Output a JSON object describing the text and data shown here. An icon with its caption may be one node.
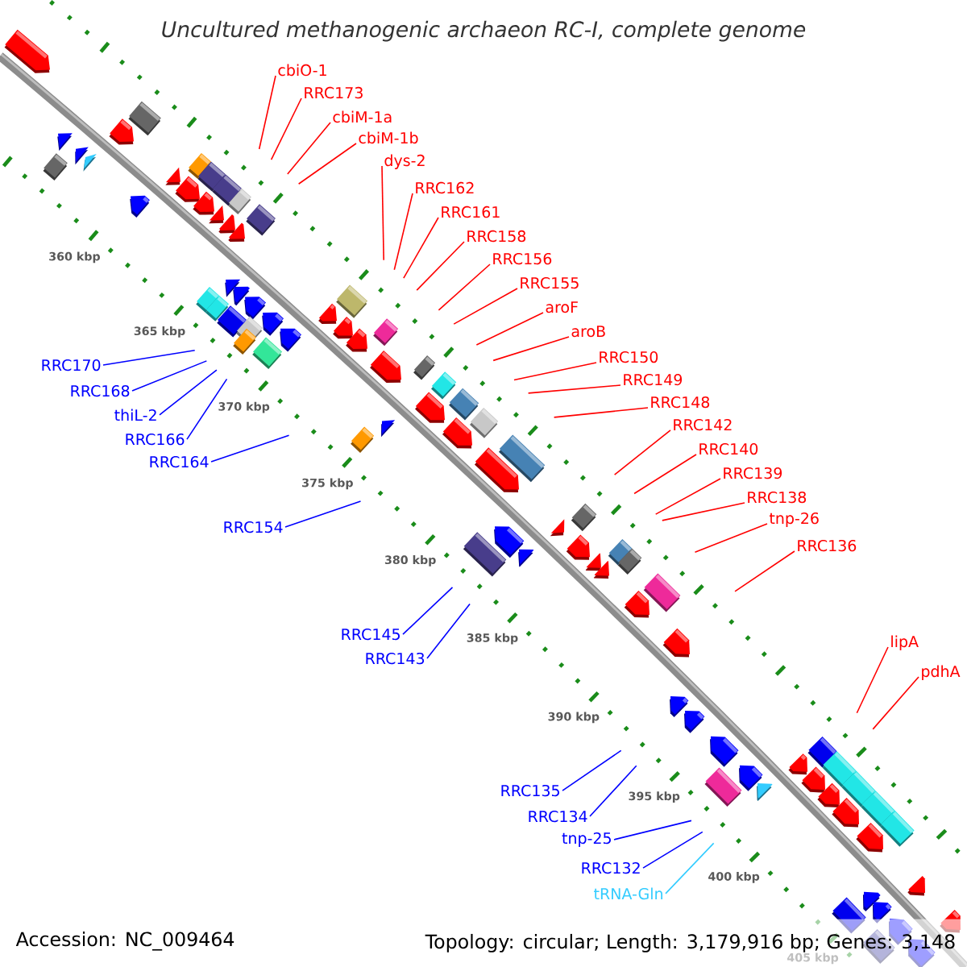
{
  "diagram": {
    "title": "Uncultured methanogenic archaeon RC-I, complete genome",
    "nodes": [
      {
        "text": [
          "cbiO-1"
        ]
      },
      {
        "text": [
          "RRC173"
        ]
      },
      {
        "text": [
          "cbiM-1a"
        ]
      },
      {
        "text": [
          "cbiM-1b"
        ]
      },
      {
        "text": [
          "dys-2"
        ]
      },
      {
        "text": [
          "RRC162"
        ]
      },
      {
        "text": [
          "RRC161"
        ]
      },
      {
        "text": [
          "RRC158"
        ]
      },
      {
        "text": [
          "RRC156"
        ]
      },
      {
        "text": [
          "RRC155"
        ]
      },
      {
        "text": [
          "aroF"
        ]
      },
      {
        "text": [
          "aroB"
        ]
      },
      {
        "text": [
          "RRC150"
        ]
      },
      {
        "text": [
          "RRC149"
        ]
      },
      {
        "text": [
          "RRC148"
        ]
      },
      {
        "text": [
          "RRC142"
        ]
      },
      {
        "text": [
          "RRC140"
        ]
      },
      {
        "text": [
          "RRC139"
        ]
      },
      {
        "text": [
          "RRC138"
        ]
      },
      {
        "text": [
          "tnp-26"
        ]
      },
      {
        "text": [
          "RRC136"
        ]
      },
      {
        "text": [
          "lipA"
        ]
      },
      {
        "text": [
          "pdhA"
        ]
      },
      {
        "text": [
          "RRC170"
        ]
      },
      {
        "text": [
          "RRC168"
        ]
      },
      {
        "text": [
          "thiL-2"
        ]
      },
      {
        "text": [
          "RRC166"
        ]
      },
      {
        "text": [
          "RRC164"
        ]
      },
      {
        "text": [
          "RRC154"
        ]
      },
      {
        "text": [
          "RRC145"
        ]
      },
      {
        "text": [
          "RRC143"
        ]
      },
      {
        "text": [
          "RRC135"
        ]
      },
      {
        "text": [
          "RRC134"
        ]
      },
      {
        "text": [
          "tnp-25"
        ]
      },
      {
        "text": [
          "RRC132"
        ]
      },
      {
        "text": [
          "tRNA-Gln"
        ]
      }
    ],
    "edges": [
      {
        "from": 0,
        "to": null,
        "arrow": "none"
      },
      {
        "from": 1,
        "to": null,
        "arrow": "none"
      },
      {
        "from": 2,
        "to": null,
        "arrow": "none"
      },
      {
        "from": 3,
        "to": null,
        "arrow": "none"
      },
      {
        "from": 4,
        "to": null,
        "arrow": "none"
      },
      {
        "from": 5,
        "to": null,
        "arrow": "none"
      },
      {
        "from": 6,
        "to": null,
        "arrow": "none"
      },
      {
        "from": 7,
        "to": null,
        "arrow": "none"
      },
      {
        "from": 8,
        "to": null,
        "arrow": "none"
      },
      {
        "from": 9,
        "to": null,
        "arrow": "none"
      },
      {
        "from": 10,
        "to": null,
        "arrow": "none"
      },
      {
        "from": 11,
        "to": null,
        "arrow": "none"
      },
      {
        "from": 12,
        "to": null,
        "arrow": "none"
      },
      {
        "from": 13,
        "to": null,
        "arrow": "none"
      },
      {
        "from": 14,
        "to": null,
        "arrow": "none"
      },
      {
        "from": 15,
        "to": null,
        "arrow": "none"
      },
      {
        "from": 16,
        "to": null,
        "arrow": "none"
      },
      {
        "from": 17,
        "to": null,
        "arrow": "none"
      },
      {
        "from": 18,
        "to": null,
        "arrow": "none"
      },
      {
        "from": 19,
        "to": null,
        "arrow": "none"
      },
      {
        "from": 20,
        "to": null,
        "arrow": "none"
      },
      {
        "from": 21,
        "to": null,
        "arrow": "none"
      },
      {
        "from": 22,
        "to": null,
        "arrow": "none"
      },
      {
        "from": 23,
        "to": null,
        "arrow": "none",
        "color": "#0000ff"
      },
      {
        "from": 24,
        "to": null,
        "arrow": "none",
        "color": "#0000ff"
      },
      {
        "from": 25,
        "to": null,
        "arrow": "none",
        "color": "#0000ff"
      },
      {
        "from": 26,
        "to": null,
        "arrow": "none",
        "color": "#0000ff"
      },
      {
        "from": 27,
        "to": null,
        "arrow": "none",
        "color": "#0000ff"
      },
      {
        "from": 28,
        "to": null,
        "arrow": "none",
        "color": "#0000ff"
      },
      {
        "from": 29,
        "to": null,
        "arrow": "none",
        "color": "#0000ff"
      },
      {
        "from": 30,
        "to": null,
        "arrow": "none",
        "color": "#0000ff"
      },
      {
        "from": 31,
        "to": null,
        "arrow": "none",
        "color": "#0000ff"
      },
      {
        "from": 32,
        "to": null,
        "arrow": "none",
        "color": "#0000ff"
      },
      {
        "from": 33,
        "to": null,
        "arrow": "none",
        "color": "#0000ff"
      },
      {
        "from": 34,
        "to": null,
        "arrow": "none",
        "color": "#0000ff"
      },
      {
        "from": 35,
        "to": null,
        "arrow": "none",
        "color": "#33ccff"
      }
    ],
    "labels": [
      "360 kbp",
      "365 kbp",
      "370 kbp",
      "375 kbp",
      "380 kbp",
      "385 kbp",
      "390 kbp",
      "395 kbp",
      "400 kbp",
      "405 kbp",
      "Accession: NC_009464",
      "Topology: circular; Length: 3,179,916 bp; Genes: 3,148"
    ]
  }
}
